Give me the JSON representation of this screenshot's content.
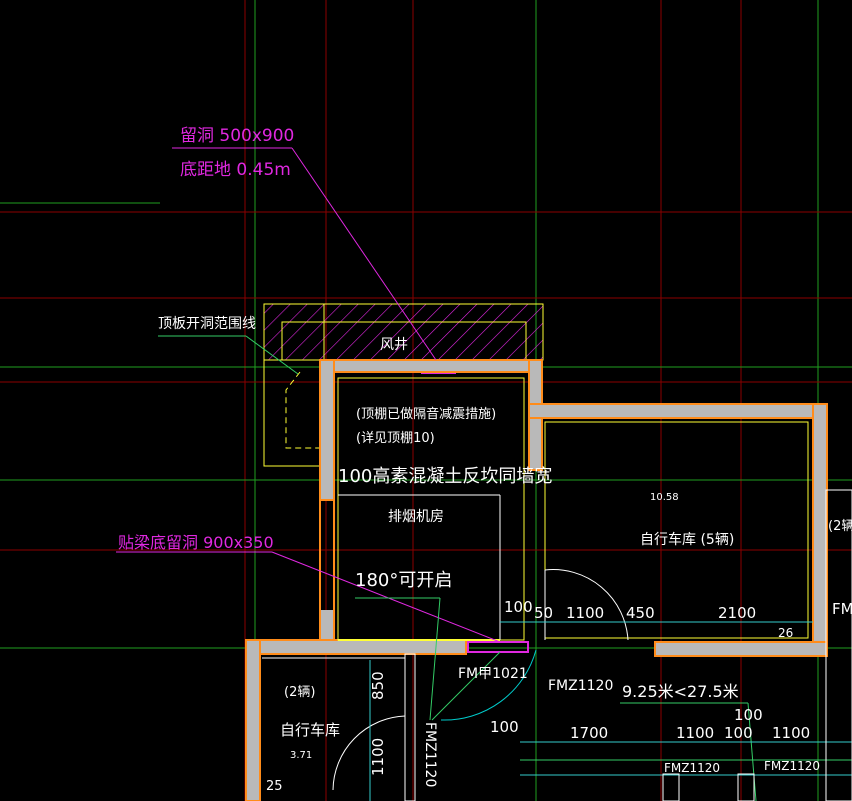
{
  "colors": {
    "background": "#000000",
    "grid_red": "#8b0000",
    "grid_green": "#1f9e1f",
    "wall": "#ff8c1a",
    "wall_fill": "#b9b9b9",
    "outline_yellow": "#ffff33",
    "annotation_magenta": "#e028e0",
    "text_white": "#ffffff",
    "dimension": "#33cccc",
    "leader": "#33cc66"
  },
  "annotations": {
    "opening_size": "留洞 500x900",
    "opening_height": "底距地 0.45m",
    "beam_opening": "贴梁底留洞 900x350"
  },
  "labels": {
    "slab_opening_line": "顶板开洞范围线",
    "air_shaft": "风井",
    "ceiling_note_1": "(顶棚已做隔音减震措施)",
    "ceiling_note_2": "(详见顶棚10)",
    "curb_note": "100高素混凝土反坎同墙宽",
    "fan_room": "排烟机房",
    "open_angle": "180°可开启",
    "bike_garage_right": "自行车库 (5辆)",
    "area_right": "10.58",
    "bike_garage_left": "自行车库",
    "bike_count_left": "(2辆)",
    "area_left": "3.71",
    "bike_count_far_right": "(2辆",
    "door_fm": "FM甲1021",
    "door_fmz_1": "FMZ1120",
    "door_fmz_vertical": "FMZ1120",
    "door_fmz_bottom_1": "FMZ1120",
    "door_fmz_bottom_2": "FMZ1120",
    "distance_note": "9.25米<27.5米"
  },
  "dimensions": {
    "d100_top": "100",
    "d50": "50",
    "d1100_top": "1100",
    "d450": "450",
    "d2100": "2100",
    "d26": "26",
    "d850": "850",
    "d1100_vertical": "1100",
    "d100_mid": "100",
    "d1700": "1700",
    "d1100_bottom_1": "1100",
    "d100_bottom": "100",
    "d1100_bottom_2": "1100",
    "d100_raised": "100",
    "d25": "25",
    "fm_edge": "FM"
  }
}
